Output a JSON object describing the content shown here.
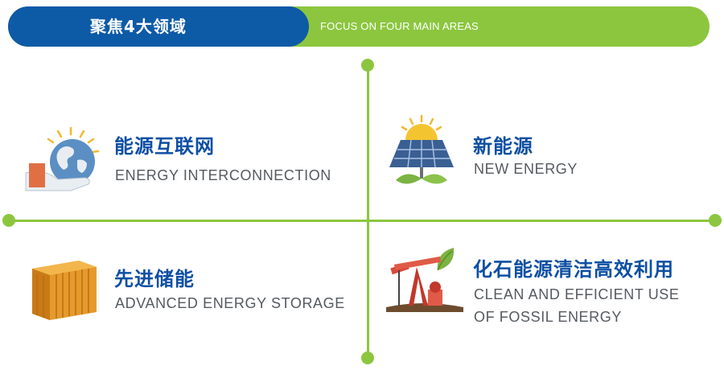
{
  "header": {
    "title_cn": "聚焦4大领域",
    "title_en": "FOCUS ON FOUR MAIN AREAS"
  },
  "areas": [
    {
      "title_cn": "能源互联网",
      "title_en": "ENERGY INTERCONNECTION",
      "icon": "globe-hand-icon"
    },
    {
      "title_cn": "新能源",
      "title_en": "NEW ENERGY",
      "icon": "solar-panel-icon"
    },
    {
      "title_cn": "先进储能",
      "title_en": "ADVANCED ENERGY STORAGE",
      "icon": "container-icon"
    },
    {
      "title_cn": "化石能源清洁高效利用",
      "title_en_line1": "CLEAN AND EFFICIENT USE",
      "title_en_line2": "OF FOSSIL ENERGY",
      "icon": "oil-pump-icon"
    }
  ],
  "colors": {
    "brand_blue": "#0d5aa7",
    "brand_green": "#8cc63f",
    "title_blue": "#0d4fa3",
    "subtitle_gray": "#555a60"
  }
}
